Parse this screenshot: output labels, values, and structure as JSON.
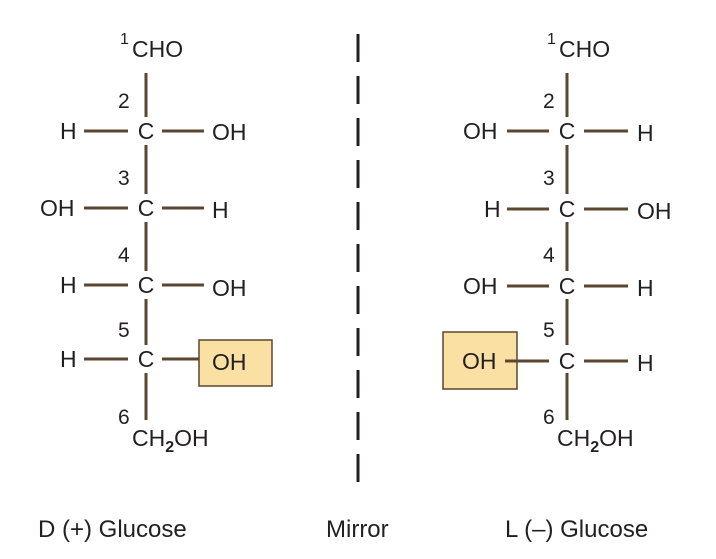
{
  "colors": {
    "bond": "#5b4631",
    "text": "#231f20",
    "highlight_fill": "#fbe0a3",
    "highlight_stroke": "#5b4631",
    "mirror_line": "#231f20"
  },
  "left_molecule": {
    "caption": "D (+) Glucose",
    "top": {
      "label": "CHO",
      "number": "1"
    },
    "carbons": [
      {
        "number": "2",
        "left": "H",
        "right": "OH"
      },
      {
        "number": "3",
        "left": "OH",
        "right": "H"
      },
      {
        "number": "4",
        "left": "H",
        "right": "OH"
      },
      {
        "number": "5",
        "left": "H",
        "right": "OH",
        "highlight": "right"
      }
    ],
    "bottom": {
      "number": "6",
      "label_main": "CH",
      "label_sub": "2",
      "label_end": "OH"
    }
  },
  "right_molecule": {
    "caption": "L (–) Glucose",
    "top": {
      "label": "CHO",
      "number": "1"
    },
    "carbons": [
      {
        "number": "2",
        "left": "OH",
        "right": "H"
      },
      {
        "number": "3",
        "left": "H",
        "right": "OH"
      },
      {
        "number": "4",
        "left": "OH",
        "right": "H"
      },
      {
        "number": "5",
        "left": "OH",
        "right": "H",
        "highlight": "left"
      }
    ],
    "bottom": {
      "number": "6",
      "label_main": "CH",
      "label_sub": "2",
      "label_end": "OH"
    }
  },
  "carbon_symbol": "C",
  "mirror": {
    "label": "Mirror"
  }
}
